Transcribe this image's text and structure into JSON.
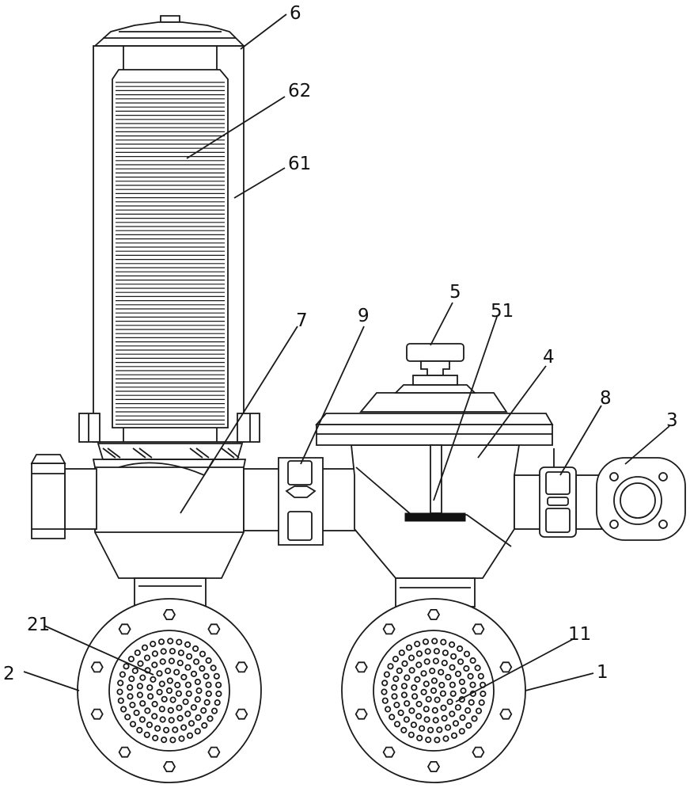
{
  "labels": [
    {
      "id": "l6",
      "text": "6"
    },
    {
      "id": "l62",
      "text": "62"
    },
    {
      "id": "l61",
      "text": "61"
    },
    {
      "id": "l7",
      "text": "7"
    },
    {
      "id": "l9",
      "text": "9"
    },
    {
      "id": "l5",
      "text": "5"
    },
    {
      "id": "l51",
      "text": "51"
    },
    {
      "id": "l4",
      "text": "4"
    },
    {
      "id": "l8",
      "text": "8"
    },
    {
      "id": "l3",
      "text": "3"
    },
    {
      "id": "l21",
      "text": "21"
    },
    {
      "id": "l2",
      "text": "2"
    },
    {
      "id": "l11",
      "text": "11"
    },
    {
      "id": "l1",
      "text": "1"
    }
  ]
}
